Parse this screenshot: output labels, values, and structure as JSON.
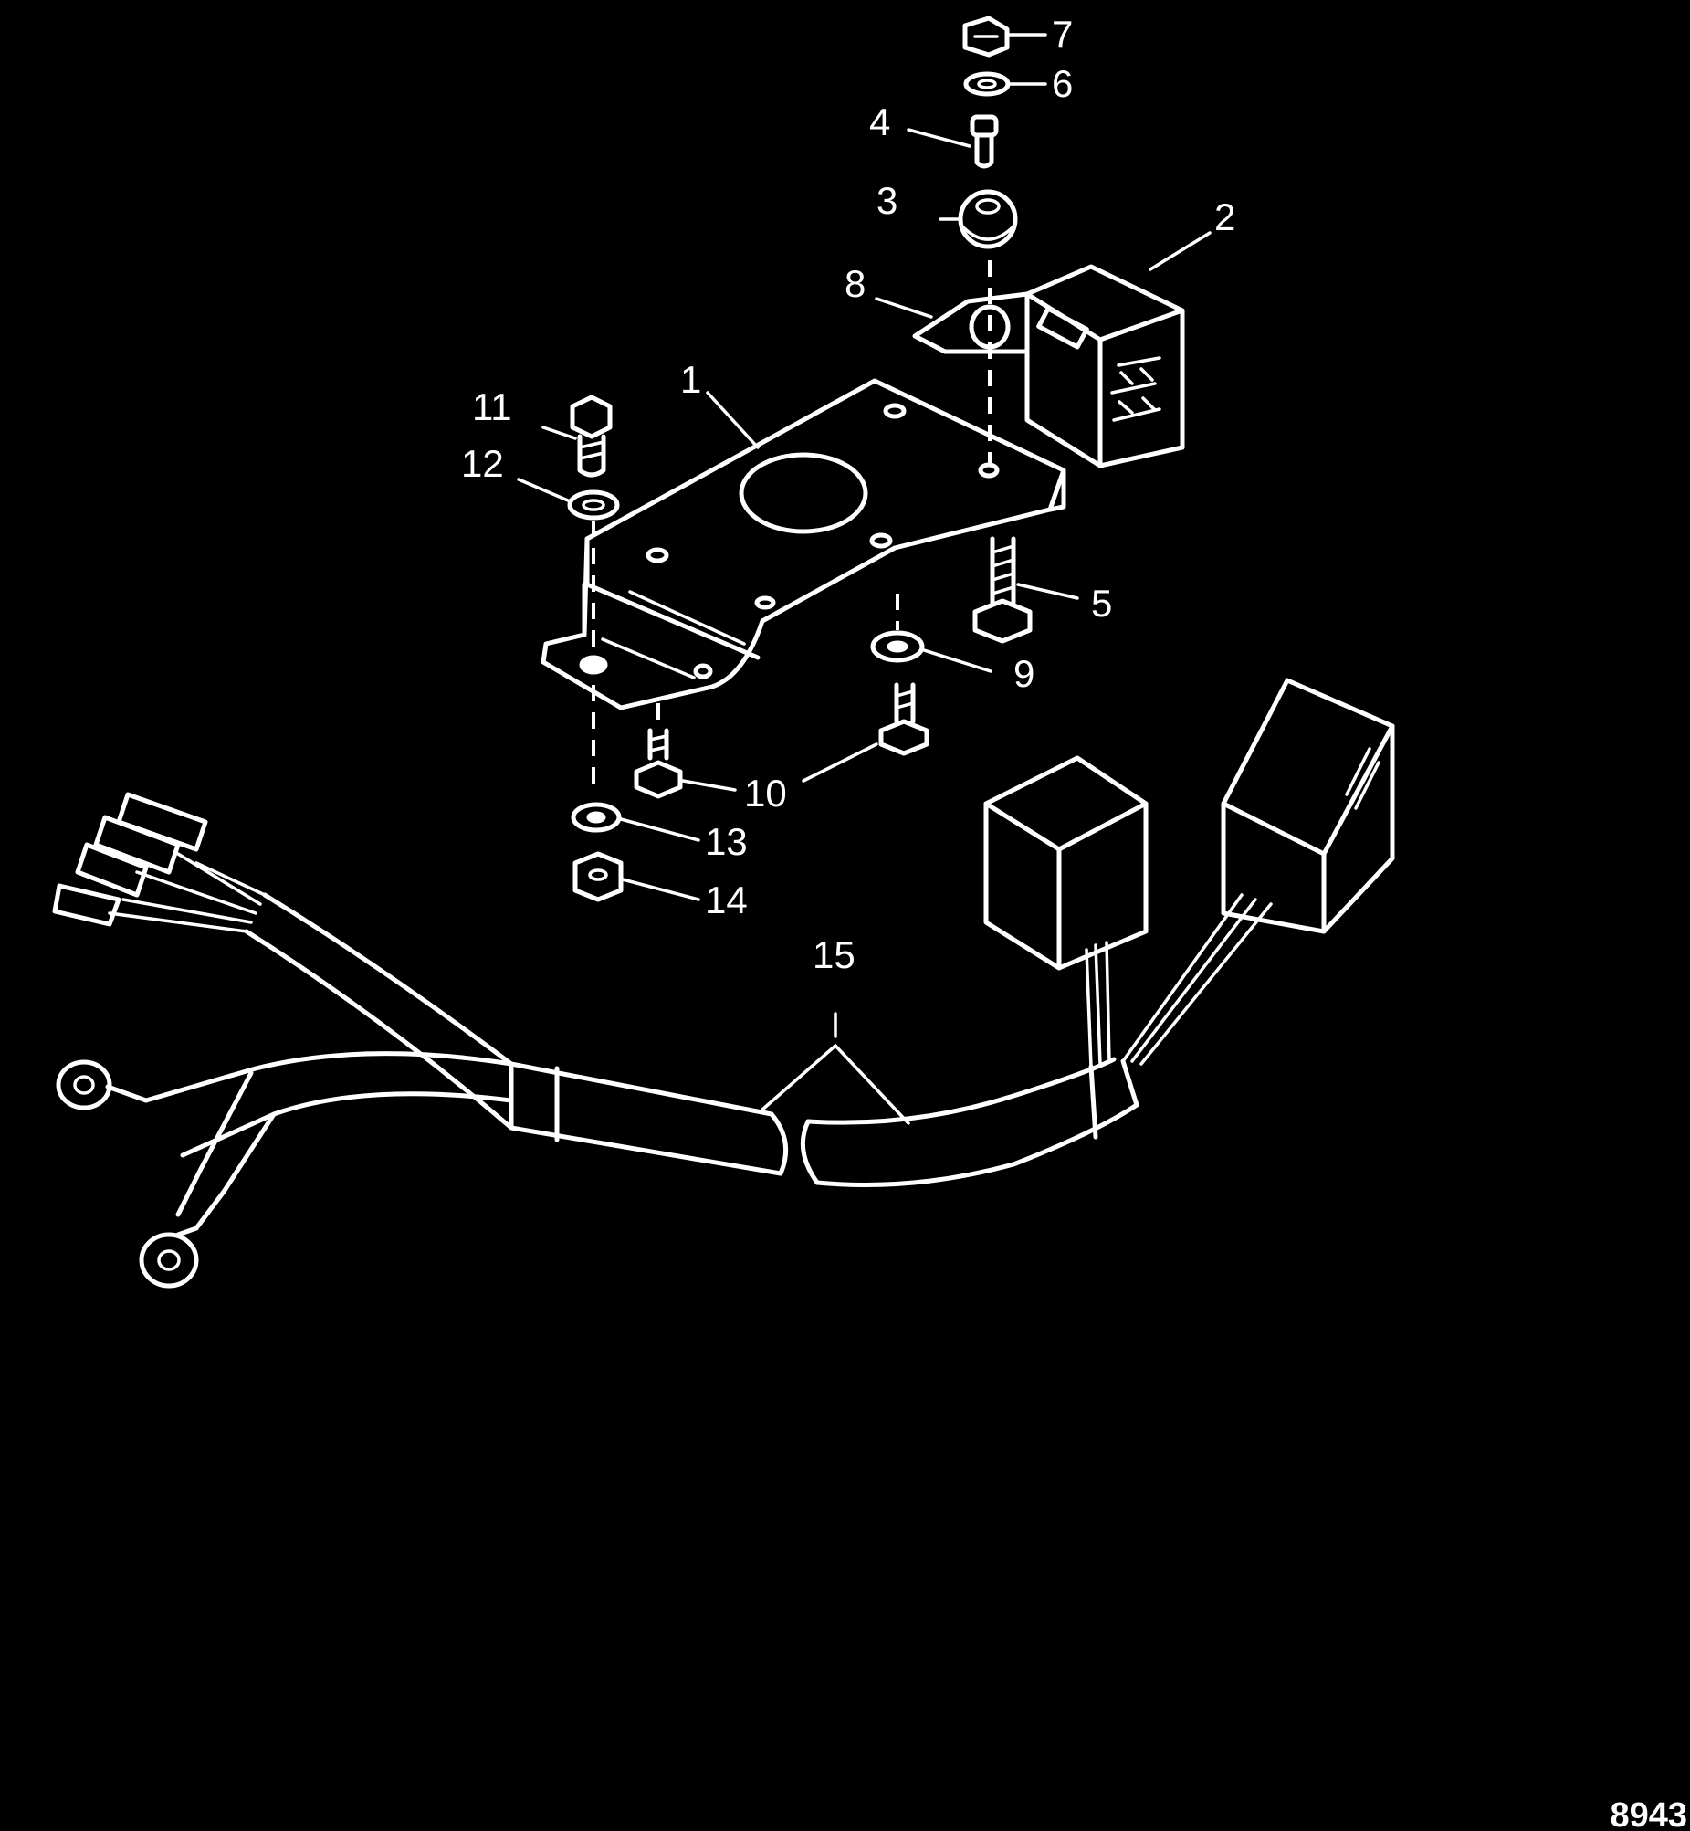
{
  "callouts": [
    {
      "id": "1",
      "label": "1"
    },
    {
      "id": "2",
      "label": "2"
    },
    {
      "id": "3",
      "label": "3"
    },
    {
      "id": "4",
      "label": "4"
    },
    {
      "id": "5",
      "label": "5"
    },
    {
      "id": "6",
      "label": "6"
    },
    {
      "id": "7",
      "label": "7"
    },
    {
      "id": "8",
      "label": "8"
    },
    {
      "id": "9",
      "label": "9"
    },
    {
      "id": "10",
      "label": "10"
    },
    {
      "id": "11",
      "label": "11"
    },
    {
      "id": "12",
      "label": "12"
    },
    {
      "id": "13",
      "label": "13"
    },
    {
      "id": "14",
      "label": "14"
    },
    {
      "id": "15",
      "label": "15"
    }
  ],
  "figure_number": "8943",
  "colors": {
    "background": "#000000",
    "line": "#ffffff"
  }
}
